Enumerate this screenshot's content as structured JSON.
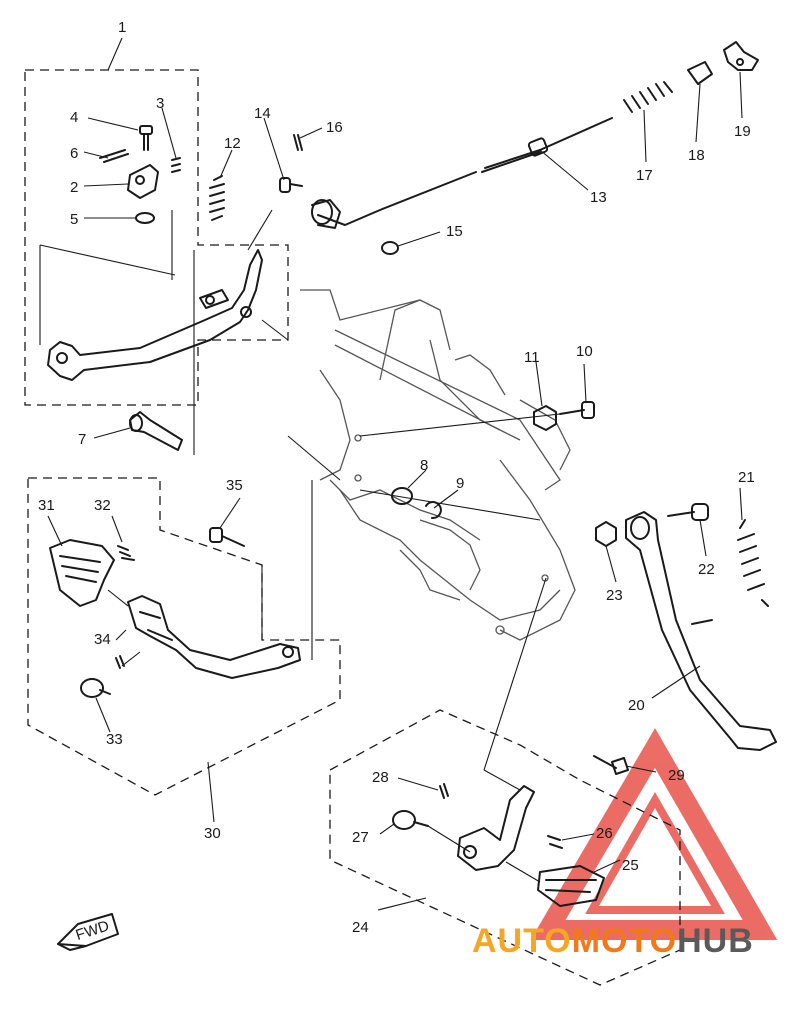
{
  "parts": [
    {
      "id": "1",
      "label": "1"
    },
    {
      "id": "2",
      "label": "2"
    },
    {
      "id": "3",
      "label": "3"
    },
    {
      "id": "4",
      "label": "4"
    },
    {
      "id": "5",
      "label": "5"
    },
    {
      "id": "6",
      "label": "6"
    },
    {
      "id": "7",
      "label": "7"
    },
    {
      "id": "8",
      "label": "8"
    },
    {
      "id": "9",
      "label": "9"
    },
    {
      "id": "10",
      "label": "10"
    },
    {
      "id": "11",
      "label": "11"
    },
    {
      "id": "12",
      "label": "12"
    },
    {
      "id": "13",
      "label": "13"
    },
    {
      "id": "14",
      "label": "14"
    },
    {
      "id": "15",
      "label": "15"
    },
    {
      "id": "16",
      "label": "16"
    },
    {
      "id": "17",
      "label": "17"
    },
    {
      "id": "18",
      "label": "18"
    },
    {
      "id": "19",
      "label": "19"
    },
    {
      "id": "20",
      "label": "20"
    },
    {
      "id": "21",
      "label": "21"
    },
    {
      "id": "22",
      "label": "22"
    },
    {
      "id": "23",
      "label": "23"
    },
    {
      "id": "24",
      "label": "24"
    },
    {
      "id": "25",
      "label": "25"
    },
    {
      "id": "26",
      "label": "26"
    },
    {
      "id": "27",
      "label": "27"
    },
    {
      "id": "28",
      "label": "28"
    },
    {
      "id": "29",
      "label": "29"
    },
    {
      "id": "30",
      "label": "30"
    },
    {
      "id": "31",
      "label": "31"
    },
    {
      "id": "32",
      "label": "32"
    },
    {
      "id": "33",
      "label": "33"
    },
    {
      "id": "34",
      "label": "34"
    },
    {
      "id": "35",
      "label": "35"
    }
  ],
  "direction_marker": "FWD",
  "watermark": {
    "part1": "AUTO",
    "part2": "MOTO",
    "part3": "HUB",
    "color_primary": "#f5a623",
    "color_secondary": "#f07a1a",
    "color_dark": "#5a5a5a",
    "logo_color": "#e8534a"
  }
}
